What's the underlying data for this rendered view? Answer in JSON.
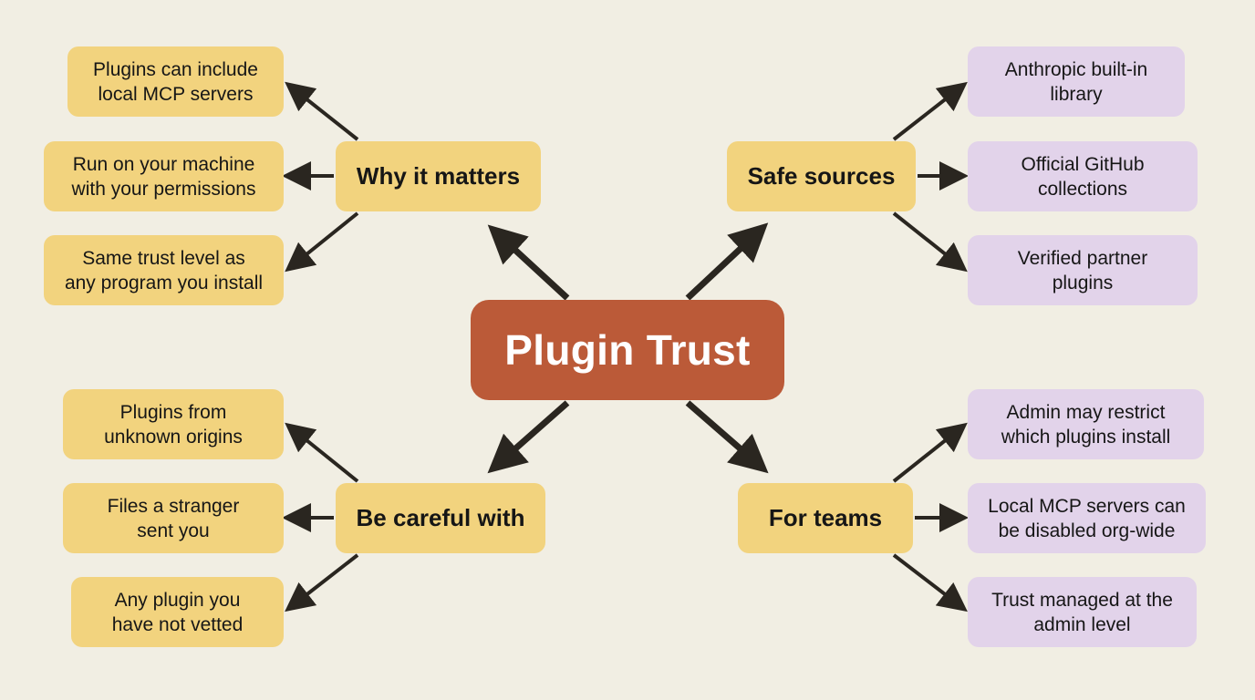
{
  "center": {
    "label": "Plugin Trust"
  },
  "branches": {
    "why_it_matters": {
      "label": "Why it matters",
      "items": [
        "Plugins can include\nlocal MCP servers",
        "Run on your machine\nwith your permissions",
        "Same trust level as\nany program you install"
      ]
    },
    "safe_sources": {
      "label": "Safe sources",
      "items": [
        "Anthropic built-in\nlibrary",
        "Official GitHub\ncollections",
        "Verified partner\nplugins"
      ]
    },
    "be_careful_with": {
      "label": "Be careful with",
      "items": [
        "Plugins from\nunknown origins",
        "Files a stranger\nsent you",
        "Any plugin you\nhave not vetted"
      ]
    },
    "for_teams": {
      "label": "For teams",
      "items": [
        "Admin may restrict\nwhich plugins install",
        "Local MCP servers can\nbe disabled org-wide",
        "Trust managed at the\nadmin level"
      ]
    }
  },
  "colors": {
    "background": "#f1eee3",
    "center_fill": "#bb5a38",
    "branch_fill": "#f2d37e",
    "leaf_yellow_fill": "#f2d37e",
    "leaf_purple_fill": "#e2d3ea",
    "arrow": "#2a2620"
  }
}
